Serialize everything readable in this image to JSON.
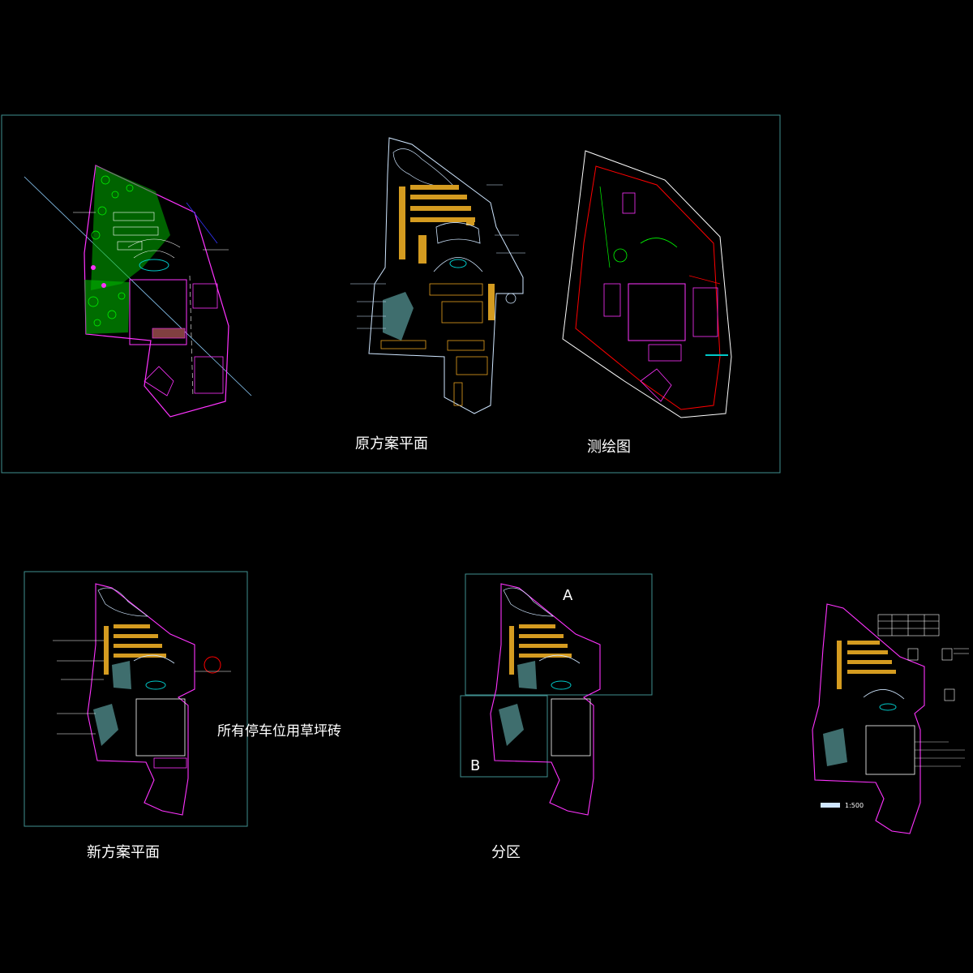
{
  "drawing": {
    "background": "#000000",
    "frame_color": "#3f8f8f",
    "colors": {
      "white": "#ffffff",
      "magenta": "#ff33ff",
      "green": "#00ff00",
      "red": "#ff0000",
      "blue": "#3333ff",
      "cyan": "#00c8c8",
      "orange": "#e6a020",
      "gray": "#808080",
      "slate": "#4f8a8a"
    },
    "labels": {
      "original_plan": "原方案平面",
      "survey_map": "测绘图",
      "new_plan": "新方案平面",
      "parking_note": "所有停车位用草坪砖",
      "zoning": "分区",
      "zone_a": "A",
      "zone_b": "B",
      "scale_text": "1:500"
    }
  }
}
